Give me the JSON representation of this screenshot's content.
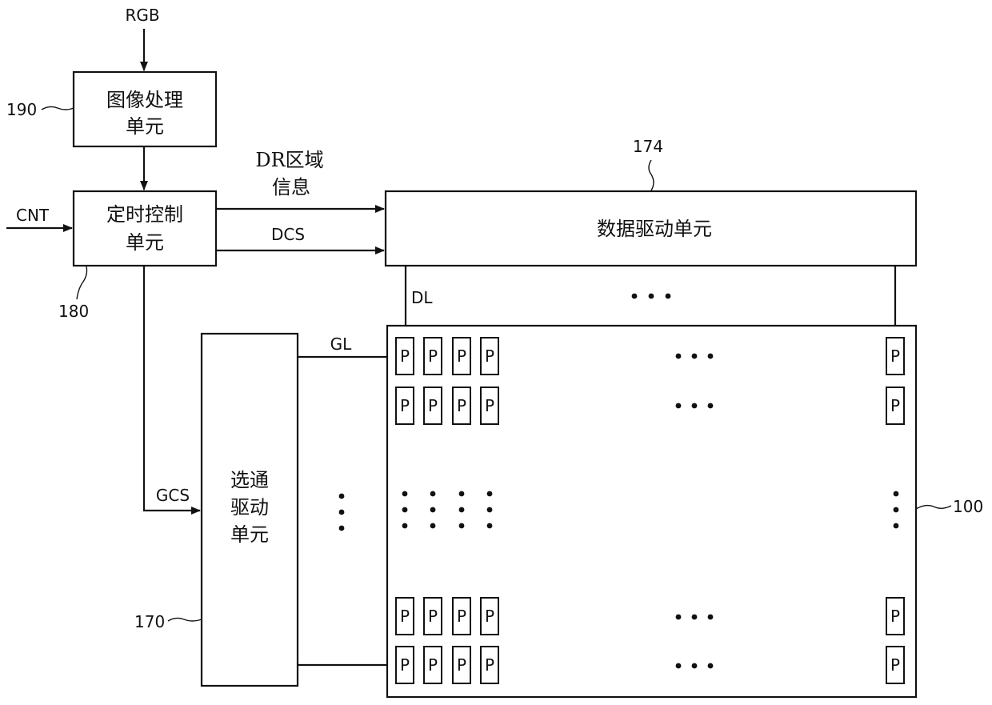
{
  "blocks": {
    "image_processing": {
      "label_line1": "图像处理",
      "label_line2": "单元",
      "ref": "190"
    },
    "timing_control": {
      "label_line1": "定时控制",
      "label_line2": "单元",
      "ref": "180"
    },
    "data_driver": {
      "label": "数据驱动单元",
      "ref": "174"
    },
    "gate_driver": {
      "label_line1": "选通",
      "label_line2": "驱动",
      "label_line3": "单元",
      "ref": "170"
    },
    "panel": {
      "ref": "100",
      "pixel_label": "P"
    }
  },
  "signals": {
    "rgb": "RGB",
    "cnt": "CNT",
    "dr_line1": "DR区域",
    "dr_line2": "信息",
    "dcs": "DCS",
    "gcs": "GCS",
    "dl": "DL",
    "gl": "GL"
  }
}
